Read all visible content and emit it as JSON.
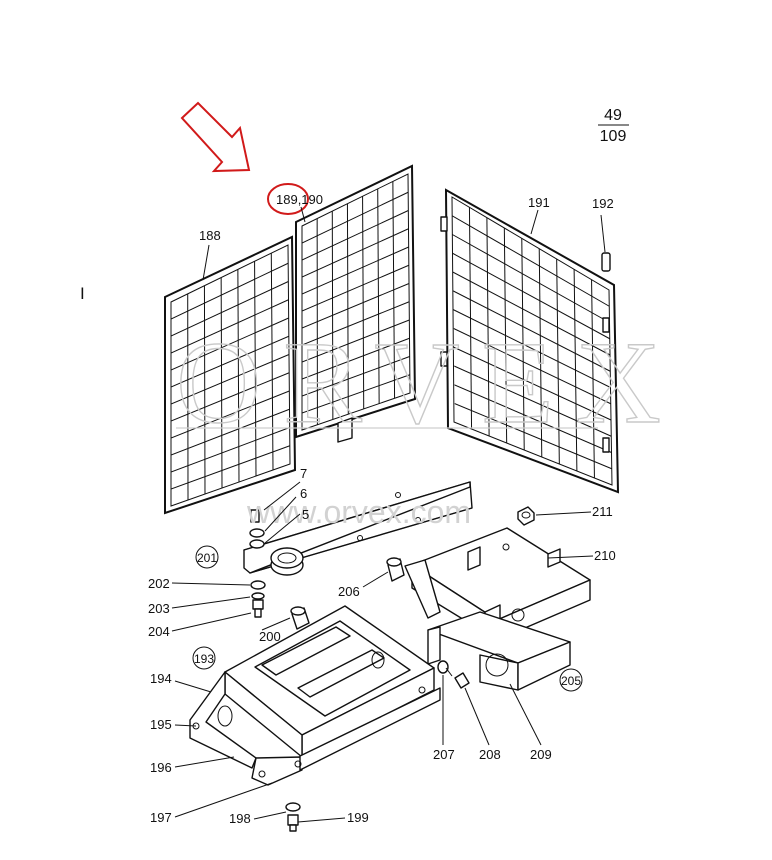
{
  "page_number": {
    "top": "49",
    "bottom": "109"
  },
  "watermark": {
    "text": "ORVEX",
    "url": "www.orvex.com"
  },
  "cursor_mark": "I",
  "highlight_color": "#d11a1a",
  "labels": {
    "l188": "188",
    "l189": "189,190",
    "l191": "191",
    "l192": "192",
    "l7": "7",
    "l6": "6",
    "l5": "5",
    "l201": "201",
    "l202": "202",
    "l203": "203",
    "l204": "204",
    "l200": "200",
    "l206": "206",
    "l211": "211",
    "l210": "210",
    "l205": "205",
    "l193": "193",
    "l194": "194",
    "l195": "195",
    "l196": "196",
    "l197": "197",
    "l198": "198",
    "l199": "199",
    "l207": "207",
    "l208": "208",
    "l209": "209"
  }
}
